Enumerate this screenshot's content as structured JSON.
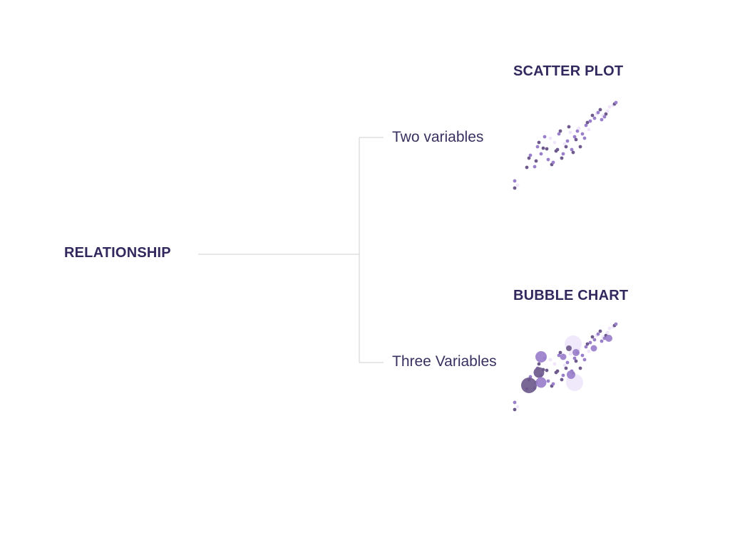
{
  "root": {
    "label": "RELATIONSHIP"
  },
  "branches": [
    {
      "label": "Two variables",
      "chart_title": "SCATTER PLOT"
    },
    {
      "label": "Three Variables",
      "chart_title": "BUBBLE CHART"
    }
  ],
  "colors": {
    "text": "#33285e",
    "line": "#cfcfd6",
    "dot_dark": "#6e5a8c",
    "dot_mid": "#9a7fcb",
    "dot_light": "#efe6fb"
  },
  "icons": [
    "scatter-plot-icon",
    "bubble-chart-icon"
  ]
}
